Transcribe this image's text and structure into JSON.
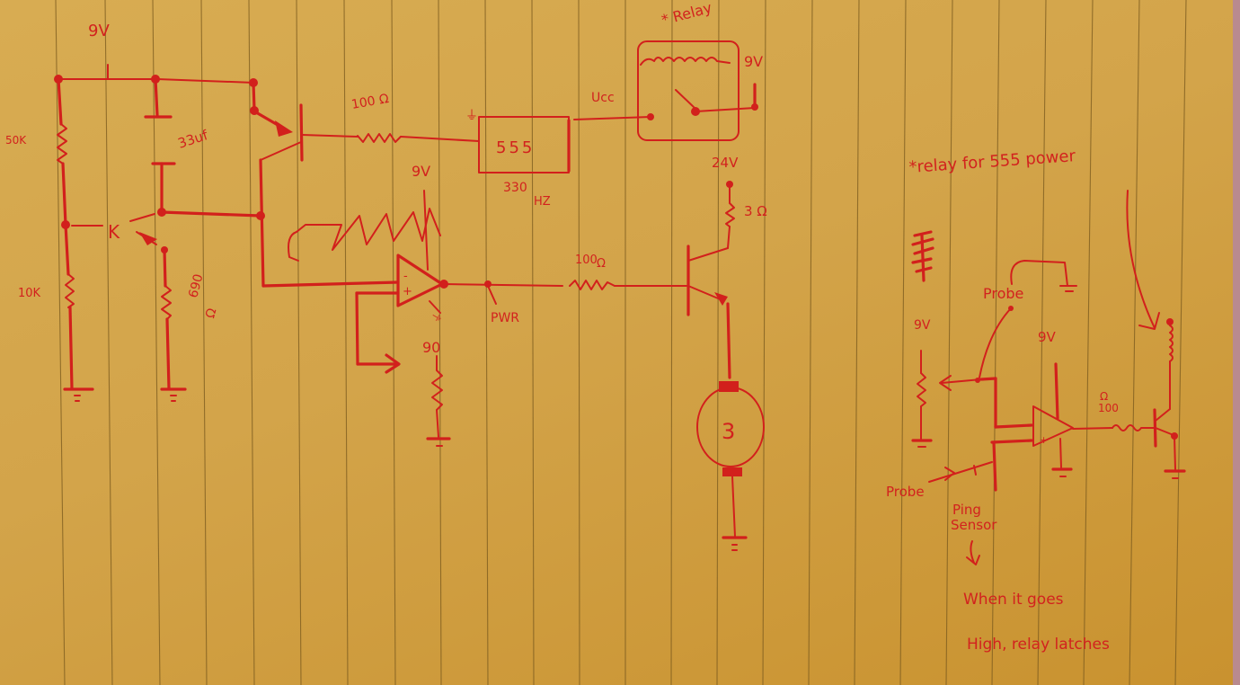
{
  "paper": {
    "background": "#d3a44a",
    "ink_color": "#d2201c",
    "rule_color": "#7a5a1e"
  },
  "left_circuit": {
    "supply_label": "9V",
    "r_top_label": "50K",
    "r_bottom_label": "10K",
    "capacitor_label": "33uf",
    "comparator_k_label": "K",
    "r_690_label": "690",
    "r_690_unit": "Ω",
    "base_resistor_label": "100 Ω",
    "timer_label": "555",
    "timer_freq_value": "330",
    "timer_freq_unit": "HZ",
    "ground_mark": "⏚",
    "opamp_supply_label": "9V",
    "opamp_minus": "-",
    "opamp_plus": "+",
    "opamp_gain_label": "90",
    "pwr_label": "PWR",
    "drive_resistor_label": "100",
    "drive_resistor_unit": "Ω",
    "motor_supply_label": "24V",
    "collector_resistor_label": "3 Ω",
    "motor_label": "3"
  },
  "relay_box": {
    "title": "* Relay",
    "input_label": "Ucc",
    "supply_label": "9V"
  },
  "right_circuit": {
    "note": "*relay for 555 power",
    "pot_supply_label": "9V",
    "probe_top_label": "Probe",
    "probe_bottom_label": "Probe",
    "opamp_supply_label": "9V",
    "resistor_unit": "Ω",
    "resistor_value": "100",
    "sensor_label_line1": "Ping",
    "sensor_label_line2": "Sensor",
    "explanation_line1": "When it goes",
    "explanation_line2": "High, relay latches"
  }
}
